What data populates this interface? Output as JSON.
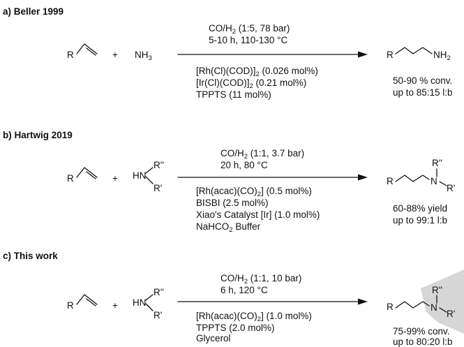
{
  "sections": [
    {
      "heading": "a) Beller 1999",
      "alkene_r": "R",
      "plus": "+",
      "amine": "NH",
      "amine_sub": "3",
      "cond_above": [
        {
          "pre": "CO/H",
          "sub": "2",
          "post": " (1:5, 78 bar)"
        },
        {
          "pre": "5-10 h, 110-130 °C",
          "sub": "",
          "post": ""
        }
      ],
      "cond_below": [
        {
          "pre": "[Rh(Cl)(COD)]",
          "sub": "2",
          "post": " (0.026 mol%)"
        },
        {
          "pre": "[Ir(Cl)(COD)]",
          "sub": "2",
          "post": " (0.21 mol%)"
        },
        {
          "pre": "TPPTS (11 mol%)",
          "sub": "",
          "post": ""
        }
      ],
      "product_r": "R",
      "product_n": "NH",
      "product_n_sub": "2",
      "result": [
        "50-90 %  conv.",
        "up to 85:15 l:b"
      ]
    },
    {
      "heading": "b) Hartwig 2019",
      "alkene_r": "R",
      "plus": "+",
      "amine_hn": "HN",
      "amine_r2": "R''",
      "amine_r1": "R'",
      "cond_above": [
        {
          "pre": "CO/H",
          "sub": "2",
          "post": " (1:1, 3.7 bar)"
        },
        {
          "pre": "20 h, 80 °C",
          "sub": "",
          "post": ""
        }
      ],
      "cond_below": [
        {
          "pre": "[Rh(acac)(CO)",
          "sub": "2",
          "post": "] (0.5 mol%)"
        },
        {
          "pre": "BISBI (2.5 mol%)",
          "sub": "",
          "post": ""
        },
        {
          "pre": "Xiao's Catalyst [Ir] (1.0 mol%)",
          "sub": "",
          "post": ""
        },
        {
          "pre": "NaHCO",
          "sub": "2",
          "post": " Buffer"
        }
      ],
      "product_r": "R",
      "product_n": "N",
      "product_r2": "R''",
      "product_r1": "R'",
      "result": [
        "60-88% yield",
        "up to 99:1 l:b"
      ]
    },
    {
      "heading": "c) This work",
      "alkene_r": "R",
      "plus": "+",
      "amine_hn": "HN",
      "amine_r2": "R''",
      "amine_r1": "R'",
      "cond_above": [
        {
          "pre": "CO/H",
          "sub": "2",
          "post": " (1:1, 10 bar)"
        },
        {
          "pre": "6 h, 120 °C",
          "sub": "",
          "post": ""
        }
      ],
      "cond_below": [
        {
          "pre": "[Rh(acac)(CO)",
          "sub": "2",
          "post": "] (1.0 mol%)"
        },
        {
          "pre": "TPPTS (2.0 mol%)",
          "sub": "",
          "post": ""
        },
        {
          "pre": "Glycerol",
          "sub": "",
          "post": ""
        }
      ],
      "product_r": "R",
      "product_n": "N",
      "product_r2": "R''",
      "product_r1": "R'",
      "result": [
        "75-99% conv.",
        "up to 80:20 l:b"
      ]
    }
  ]
}
